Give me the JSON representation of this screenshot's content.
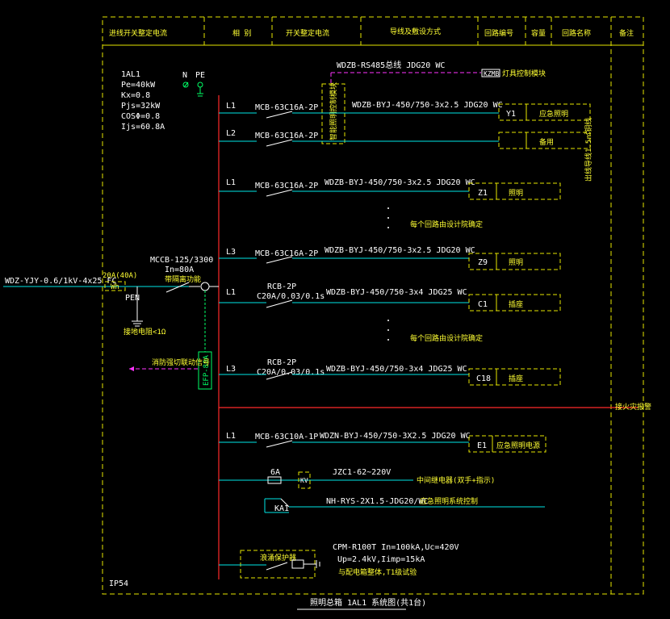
{
  "colors": {
    "frame": "#e6e600",
    "bus": "#ff2a2a",
    "wire": "#00e6e6",
    "device": "#ffffff",
    "green": "#00ff66",
    "magenta": "#ff33ff",
    "text_yellow": "#ffff33",
    "text_white": "#ffffff"
  },
  "header": {
    "col1": "进线开关整定电流",
    "col2": "相 别",
    "col3": "开关整定电流",
    "col4": "导线及敷设方式",
    "col5": "回路编号",
    "col6": "容量",
    "col7": "回路名称",
    "col8": "备注"
  },
  "panel": {
    "id": "1AL1",
    "pe": "Pe=40kW",
    "kx": "Kx=0.8",
    "pjs": "Pjs=32kW",
    "cos": "COSΦ=0.8",
    "ijs": "Ijs=60.8A",
    "n_label": "N",
    "pe_label": "PE",
    "ip": "IP54"
  },
  "incoming": {
    "cable": "WDZ-YJY-0.6/1kV-4x25 FC",
    "meter_rating": "20A(40A)",
    "meter_label": "Wh",
    "pen": "PEN",
    "ground_note": "接地电阻<1Ω",
    "main_breaker": "MCCB-125/3300",
    "main_in": "In=80A",
    "main_note": "带隔离功能",
    "spd_box": "EFP-80A",
    "fire_note": "消防强切联动信号",
    "bus_note": "接火灾报警"
  },
  "top": {
    "rs485": "WDZB-RS485总线 JDG20 WC",
    "kzmb": "KZMB",
    "kzmb_note": "灯具控制模块",
    "ctrl_box": "智能照明控制模块"
  },
  "circuits": [
    {
      "phase": "L1",
      "breaker": "MCB-63C16A-2P",
      "cable": "WDZB-BYJ-450/750-3x2.5 JDG20 WC",
      "code": "Y1",
      "name": "应急照明"
    },
    {
      "phase": "L2",
      "breaker": "MCB-63C16A-2P",
      "cable": "",
      "code": "",
      "name": "备用"
    },
    {
      "phase": "L1",
      "breaker": "MCB-63C16A-2P",
      "cable": "WDZB-BYJ-450/750-3x2.5 JDG20 WC",
      "code": "Z1",
      "name": "照明"
    },
    {
      "phase": "L3",
      "breaker": "MCB-63C16A-2P",
      "cable": "WDZB-BYJ-450/750-3x2.5 JDG20 WC",
      "code": "Z9",
      "name": "照明"
    },
    {
      "phase": "L1",
      "breaker": "RCB-2P",
      "setting": "C20A/0.03/0.1s",
      "cable": "WDZB-BYJ-450/750-3x4 JDG25 WC",
      "code": "C1",
      "name": "插座"
    },
    {
      "phase": "L3",
      "breaker": "RCB-2P",
      "setting": "C20A/0.03/0.1s",
      "cable": "WDZB-BYJ-450/750-3x4 JDG25 WC",
      "code": "C18",
      "name": "插座"
    },
    {
      "phase": "L1",
      "breaker": "MCB-63C10A-1P",
      "cable": "WDZN-BYJ-450/750-3X2.5 JDG20 WC",
      "code": "E1",
      "name": "应急照明电源"
    }
  ],
  "notes": {
    "z_mid": "每个回路由设计院确定",
    "c_mid": "每个回路由设计院确定",
    "right_vertical": "出线导线1.5㎡铜线"
  },
  "aux": {
    "fuse": "6A",
    "kv": "KV",
    "jzc": "JZC1-62~220V",
    "jzc_note": "中间继电器(双手+指示)",
    "ka": "KA1",
    "nh": "NH-RYS-2X1.5-JDG20/WC",
    "nh_note": "应急照明系统控制",
    "spd_text": "浪涌保护器",
    "cpm": "CPM-R100T In=100kA,Uc=420V",
    "up": "Up=2.4kV,Iimp=15kA",
    "spd_note": "与配电箱整体,T1级试验"
  },
  "footer": {
    "title": "照明总箱 1AL1 系统图(共1台)"
  }
}
